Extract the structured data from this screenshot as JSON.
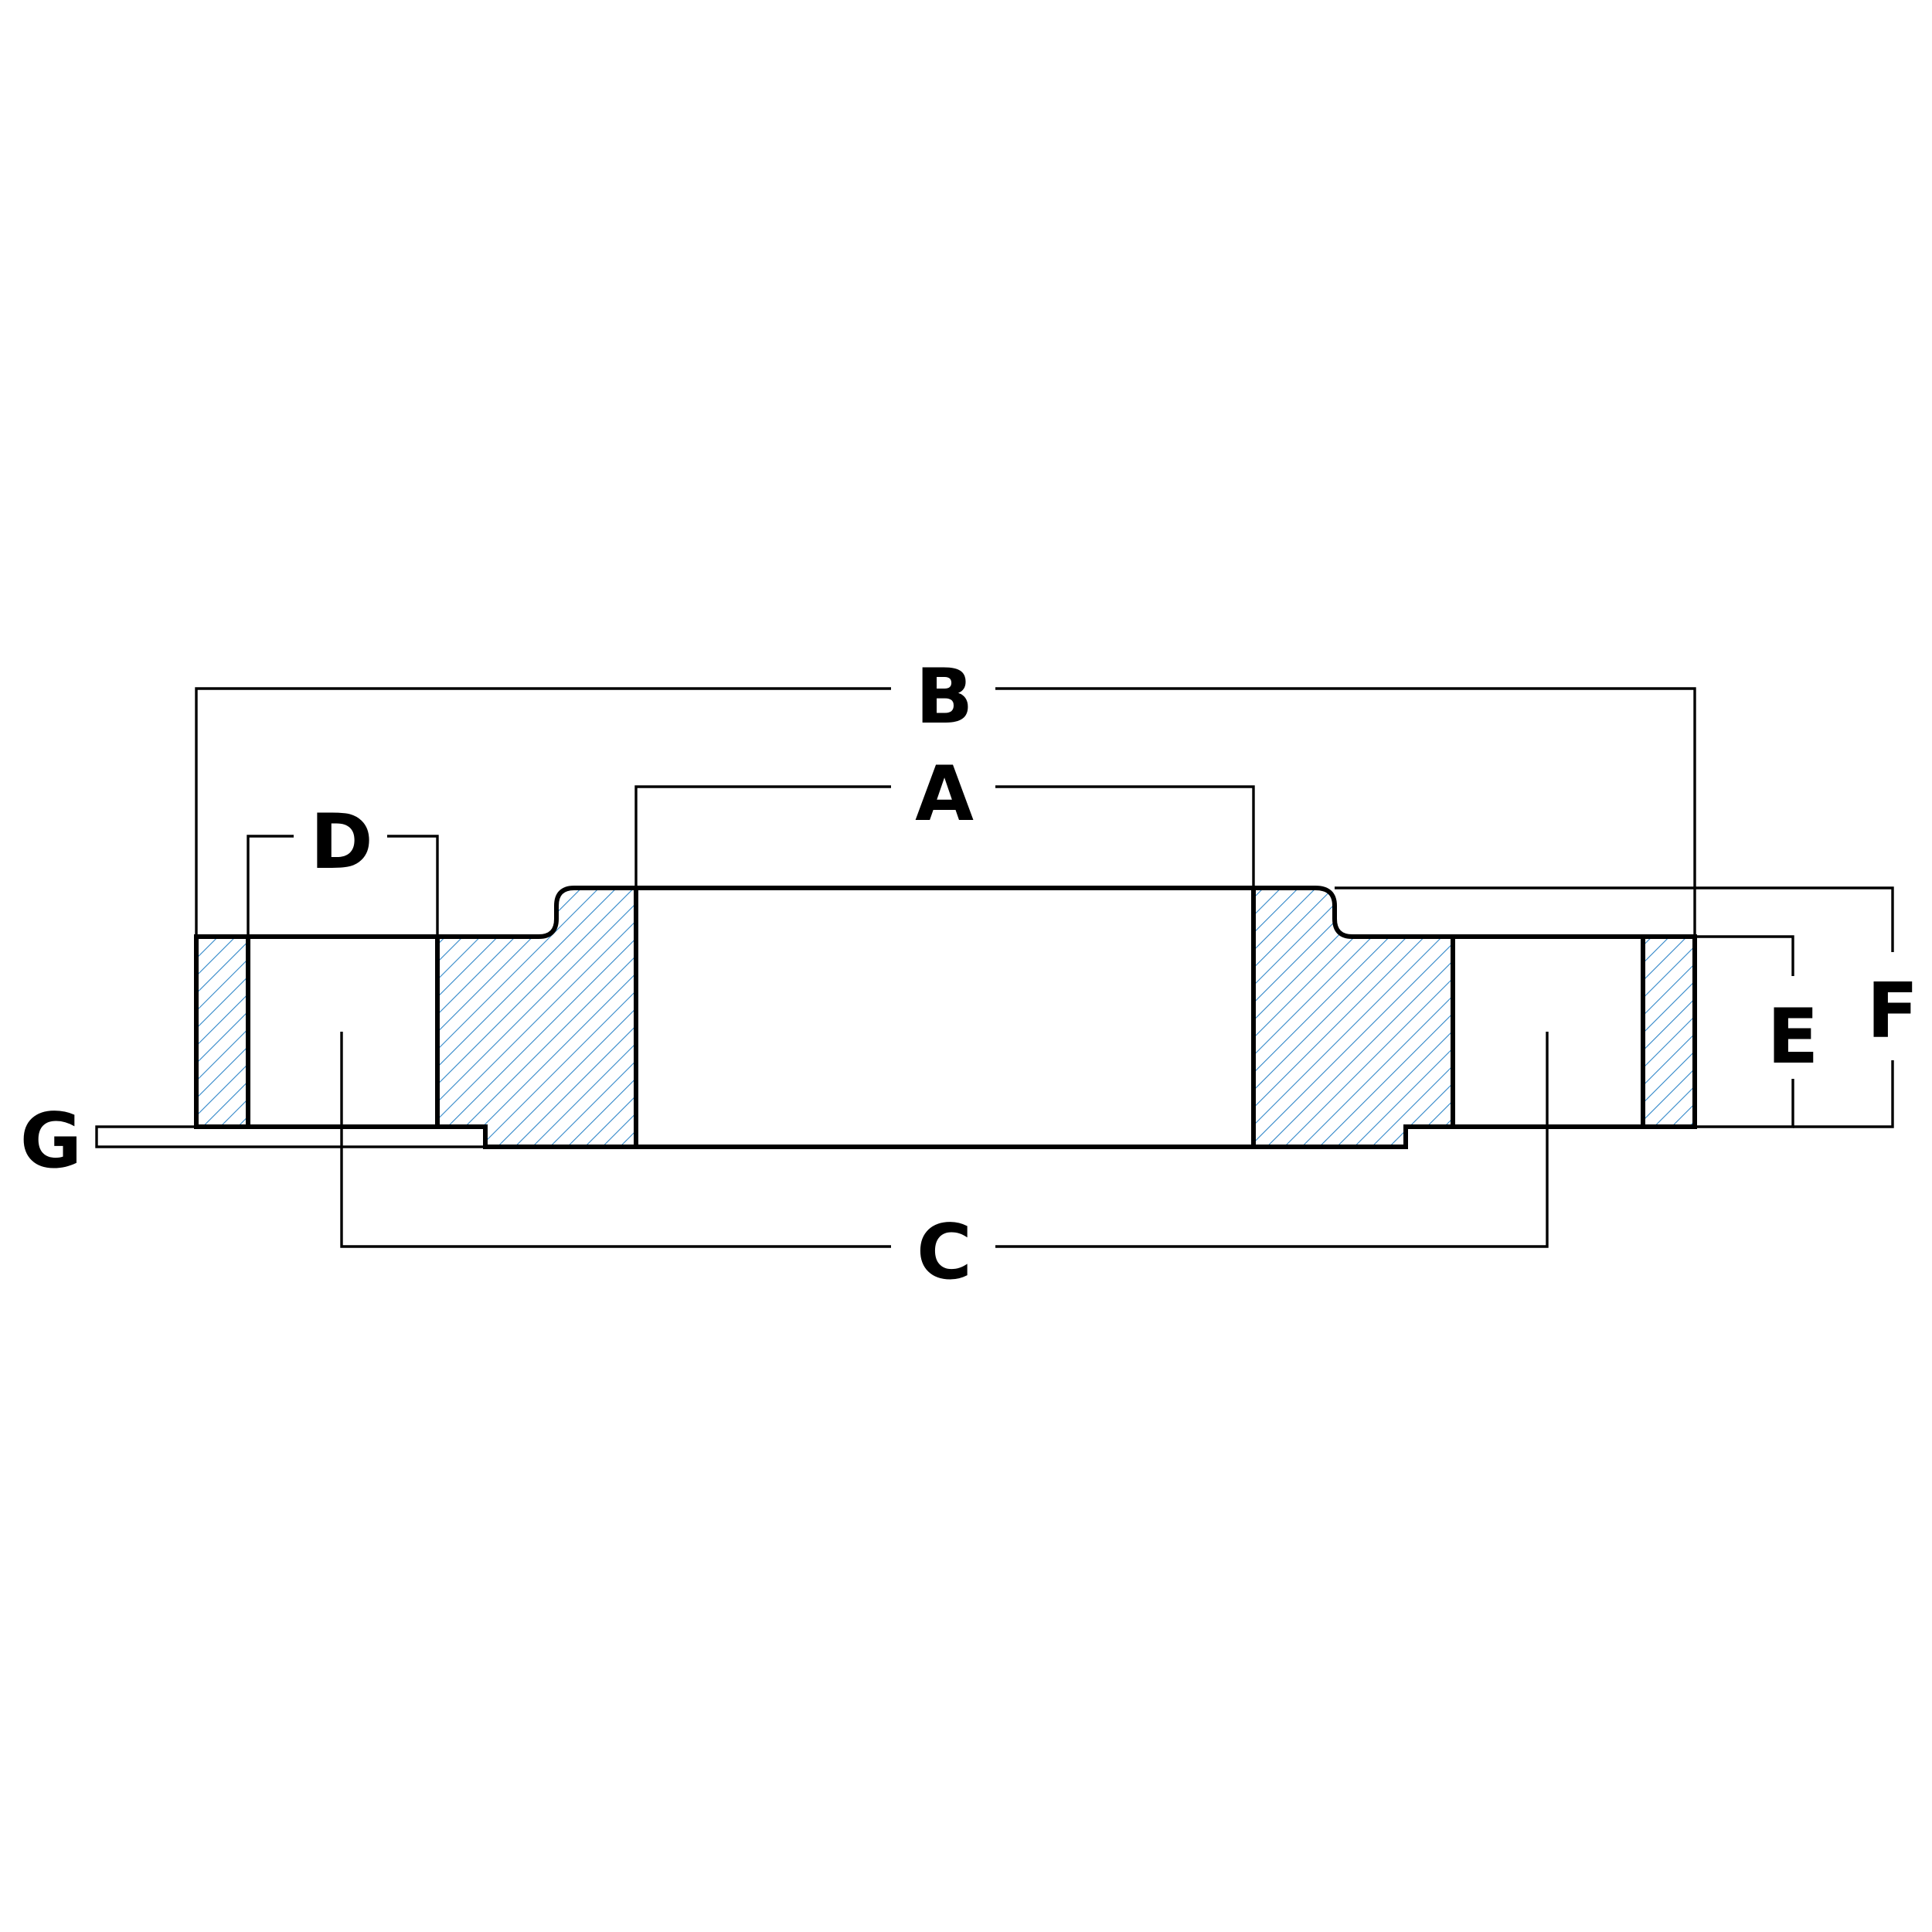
{
  "diagram": {
    "labels": {
      "a": "A",
      "b": "B",
      "c": "C",
      "d": "D",
      "e": "E",
      "f": "F",
      "g": "G"
    },
    "colors": {
      "hatch": "#2f86c8",
      "line": "#000000",
      "background": "#ffffff"
    }
  }
}
